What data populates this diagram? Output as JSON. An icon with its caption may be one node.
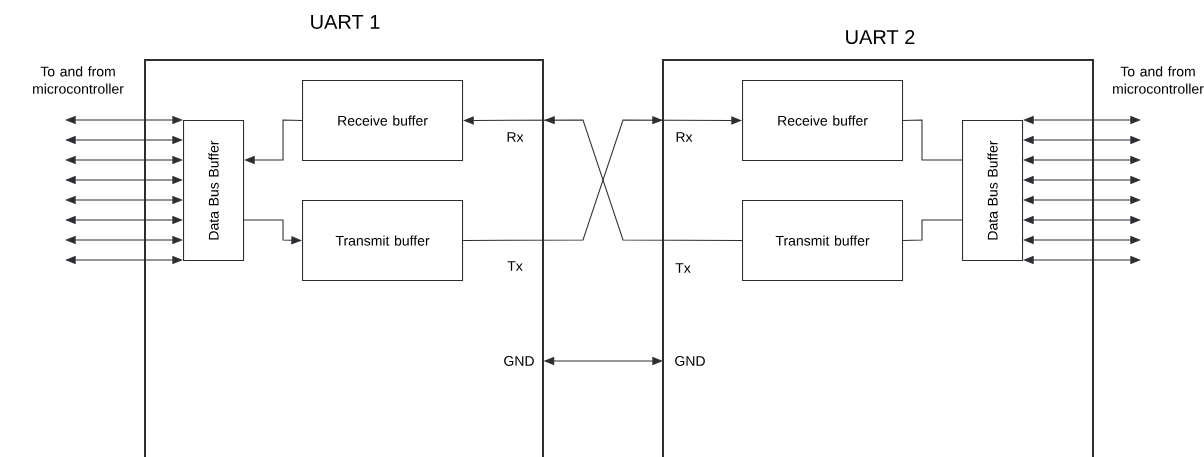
{
  "diagram": {
    "nodes": [
      {
        "text": [
          "UART 1"
        ]
      },
      {
        "text": [
          "Data Bus Buffer"
        ],
        "in": 0
      },
      {
        "text": [
          "Receive buffer"
        ],
        "in": 0
      },
      {
        "text": [
          "Transmit buffer"
        ],
        "in": 0
      },
      {
        "text": [
          "UART 2"
        ]
      },
      {
        "text": [
          "Receive buffer"
        ],
        "in": 4
      },
      {
        "text": [
          "Transmit buffer"
        ],
        "in": 4
      },
      {
        "text": [
          "Data Bus Buffer"
        ],
        "in": 4
      }
    ],
    "edges": [
      {
        "from": null,
        "to": 1,
        "arrow": "both"
      },
      {
        "from": null,
        "to": 1,
        "arrow": "both"
      },
      {
        "from": null,
        "to": 1,
        "arrow": "both"
      },
      {
        "from": null,
        "to": 1,
        "arrow": "both"
      },
      {
        "from": null,
        "to": 1,
        "arrow": "both"
      },
      {
        "from": null,
        "to": 1,
        "arrow": "both"
      },
      {
        "from": null,
        "to": 1,
        "arrow": "both"
      },
      {
        "from": null,
        "to": 1,
        "arrow": "both"
      },
      {
        "from": 2,
        "to": 1,
        "arrow": "to"
      },
      {
        "from": 1,
        "to": 3,
        "arrow": "to"
      },
      {
        "from": 3,
        "to": 5,
        "arrow": "to"
      },
      {
        "from": 6,
        "to": 2,
        "arrow": "to"
      },
      {
        "from": 0,
        "to": 4,
        "arrow": "both"
      },
      {
        "from": 5,
        "to": 7,
        "arrow": "none"
      },
      {
        "from": 6,
        "to": 7,
        "arrow": "none"
      },
      {
        "from": 7,
        "to": null,
        "arrow": "both"
      },
      {
        "from": 7,
        "to": null,
        "arrow": "both"
      },
      {
        "from": 7,
        "to": null,
        "arrow": "both"
      },
      {
        "from": 7,
        "to": null,
        "arrow": "both"
      },
      {
        "from": 7,
        "to": null,
        "arrow": "both"
      },
      {
        "from": 7,
        "to": null,
        "arrow": "both"
      },
      {
        "from": 7,
        "to": null,
        "arrow": "both"
      },
      {
        "from": 7,
        "to": null,
        "arrow": "both"
      }
    ],
    "labels": [
      "To and from microcontroller",
      "Rx",
      "Tx",
      "GND",
      "Rx",
      "Tx",
      "GND",
      "To and from microcontroller"
    ]
  }
}
